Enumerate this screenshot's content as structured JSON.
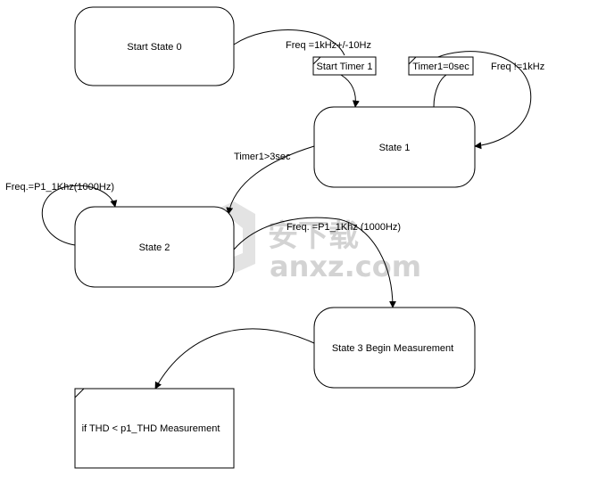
{
  "states": {
    "start_state_0": "Start State 0",
    "state_1": "State 1",
    "state_2": "State 2",
    "state_3": "State 3 Begin Measurement",
    "measurement_box": "if THD < p1_THD Measurement"
  },
  "actions": {
    "start_timer_1": "Start Timer 1",
    "timer1_reset": "Timer1=0sec"
  },
  "transitions": {
    "freq_1khz_tolerance": "Freq =1kHz+/-10Hz",
    "freq_not_1khz": "Freq !=1kHz",
    "timer1_gt_3sec": "Timer1>3sec",
    "freq_p1_1khz_self": "Freq.=P1_1Khz(1000Hz)",
    "freq_p1_1khz_to_state3": "Freq. =P1_1Khz (1000Hz)"
  },
  "watermark": {
    "text_cn": "安下载",
    "text_url": "anxz.com"
  },
  "colors": {
    "line": "#000000",
    "watermark": "#cfcfcf"
  }
}
